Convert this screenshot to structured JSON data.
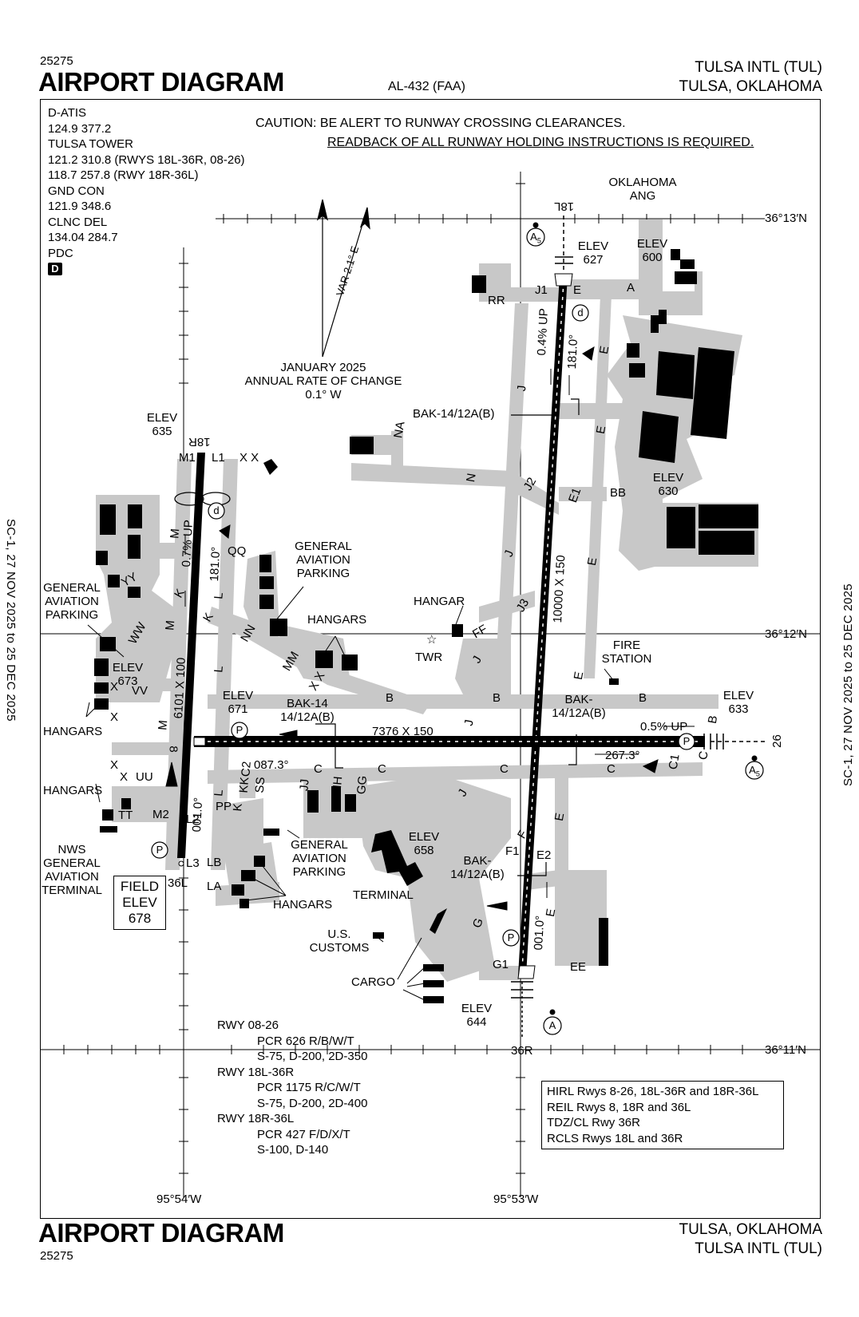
{
  "header": {
    "doc_number_top": "25275",
    "title_top": "AIRPORT DIAGRAM",
    "chart_id": "AL-432 (FAA)",
    "airport_top": "TULSA INTL (TUL)",
    "city_top": "TULSA, OKLAHOMA"
  },
  "footer": {
    "title_bottom": "AIRPORT DIAGRAM",
    "doc_number_bottom": "25275",
    "city_bottom": "TULSA, OKLAHOMA",
    "airport_bottom": "TULSA INTL (TUL)"
  },
  "effective_dates": {
    "left": "SC-1, 27 NOV 2025  to  25 DEC 2025",
    "right": "SC-1, 27 NOV 2025  to  25 DEC 2025"
  },
  "frequencies": [
    "D-ATIS",
    "124.9  377.2",
    "TULSA TOWER",
    "121.2  310.8 (RWYS 18L-36R, 08-26)",
    "118.7  257.8 (RWY 18R-36L)",
    "GND CON",
    "121.9  348.6",
    "CLNC DEL",
    "134.04  284.7",
    "PDC"
  ],
  "pdc_badge": "D",
  "caution": {
    "line1": "CAUTION: BE ALERT TO RUNWAY CROSSING CLEARANCES.",
    "line2": "READBACK OF ALL RUNWAY HOLDING INSTRUCTIONS IS REQUIRED."
  },
  "magnetic": {
    "var": "VAR 2.1° E",
    "change_l1": "JANUARY 2025",
    "change_l2": "ANNUAL RATE OF CHANGE",
    "change_l3": "0.1° W"
  },
  "coords": {
    "lat_top": "36°13′N",
    "lat_mid": "36°12′N",
    "lat_bot": "36°11′N",
    "lon_left": "95°54′W",
    "lon_right": "95°53′W"
  },
  "runways": {
    "r18l": "18L",
    "r36r": "36R",
    "r18r": "18R",
    "r36l": "36L",
    "r8": "8",
    "r26": "26",
    "dim_18l": "10000 X 150",
    "dim_18r": "6101 X 100",
    "dim_08": "7376 X 150",
    "hdg_181_a": "181.0°",
    "hdg_001_a": "001.0°",
    "hdg_181_b": "181.0°",
    "hdg_001_b": "001.0°",
    "hdg_087": "087.3°",
    "hdg_267": "267.3°",
    "slope_18l": "0.4% UP",
    "slope_18r": "0.7% UP",
    "slope_26": "0.5% UP"
  },
  "elevations": [
    {
      "id": "e627",
      "l1": "ELEV",
      "l2": "627"
    },
    {
      "id": "e600",
      "l1": "ELEV",
      "l2": "600"
    },
    {
      "id": "e635",
      "l1": "ELEV",
      "l2": "635"
    },
    {
      "id": "e630",
      "l1": "ELEV",
      "l2": "630"
    },
    {
      "id": "e673",
      "l1": "ELEV",
      "l2": "673"
    },
    {
      "id": "e671",
      "l1": "ELEV",
      "l2": "671"
    },
    {
      "id": "e633",
      "l1": "ELEV",
      "l2": "633"
    },
    {
      "id": "e658",
      "l1": "ELEV",
      "l2": "658"
    },
    {
      "id": "e644",
      "l1": "ELEV",
      "l2": "644"
    }
  ],
  "field_elev": {
    "l1": "FIELD",
    "l2": "ELEV",
    "l3": "678"
  },
  "places": {
    "ang_l1": "OKLAHOMA",
    "ang_l2": "ANG",
    "ga_left_l1": "GENERAL",
    "ga_left_l2": "AVIATION",
    "ga_left_l3": "PARKING",
    "ga_mid_l1": "GENERAL",
    "ga_mid_l2": "AVIATION",
    "ga_mid_l3": "PARKING",
    "ga_bot_l1": "GENERAL",
    "ga_bot_l2": "AVIATION",
    "ga_bot_l3": "PARKING",
    "hangars_1": "HANGARS",
    "hangars_2": "HANGARS",
    "hangars_3": "HANGARS",
    "hangars_4": "HANGARS",
    "hangar": "HANGAR",
    "twr": "TWR",
    "fire_l1": "FIRE",
    "fire_l2": "STATION",
    "terminal": "TERMINAL",
    "customs_l1": "U.S.",
    "customs_l2": "CUSTOMS",
    "cargo": "CARGO",
    "nws_l1": "NWS",
    "nws_l2": "GENERAL",
    "nws_l3": "AVIATION",
    "nws_l4": "TERMINAL"
  },
  "arresting": {
    "bak_top": "BAK-14/12A(B)",
    "bak_a1": "BAK-14",
    "bak_a2": "14/12A(B)",
    "bak_b1": "BAK-",
    "bak_b2": "14/12A(B)",
    "bak_c1": "BAK-",
    "bak_c2": "14/12A(B)"
  },
  "taxiways": [
    {
      "id": "tw_J1",
      "t": "J1"
    },
    {
      "id": "tw_E_top",
      "t": "E"
    },
    {
      "id": "tw_A",
      "t": "A"
    },
    {
      "id": "tw_RR",
      "t": "RR"
    },
    {
      "id": "tw_J_a",
      "t": "J"
    },
    {
      "id": "tw_J_b",
      "t": "J"
    },
    {
      "id": "tw_J2",
      "t": "J2"
    },
    {
      "id": "tw_E1",
      "t": "E1"
    },
    {
      "id": "tw_BB",
      "t": "BB"
    },
    {
      "id": "tw_N",
      "t": "N"
    },
    {
      "id": "tw_NA",
      "t": "NA"
    },
    {
      "id": "tw_J3",
      "t": "J3"
    },
    {
      "id": "tw_FF",
      "t": "FF"
    },
    {
      "id": "tw_J_c",
      "t": "J"
    },
    {
      "id": "tw_E_a",
      "t": "E"
    },
    {
      "id": "tw_E_b",
      "t": "E"
    },
    {
      "id": "tw_E_c",
      "t": "E"
    },
    {
      "id": "tw_E_d",
      "t": "E"
    },
    {
      "id": "tw_B_a",
      "t": "B"
    },
    {
      "id": "tw_B_b",
      "t": "B"
    },
    {
      "id": "tw_B_c",
      "t": "B"
    },
    {
      "id": "tw_B_d",
      "t": "B"
    },
    {
      "id": "tw_C_a",
      "t": "C"
    },
    {
      "id": "tw_C_b",
      "t": "C"
    },
    {
      "id": "tw_C_c",
      "t": "C"
    },
    {
      "id": "tw_C_d",
      "t": "C"
    },
    {
      "id": "tw_C_e",
      "t": "C"
    },
    {
      "id": "tw_C1",
      "t": "C1"
    },
    {
      "id": "tw_J_d",
      "t": "J"
    },
    {
      "id": "tw_J_e",
      "t": "J"
    },
    {
      "id": "tw_F",
      "t": "F"
    },
    {
      "id": "tw_F1",
      "t": "F1"
    },
    {
      "id": "tw_E2",
      "t": "E2"
    },
    {
      "id": "tw_G",
      "t": "G"
    },
    {
      "id": "tw_G1",
      "t": "G1"
    },
    {
      "id": "tw_E_e",
      "t": "E"
    },
    {
      "id": "tw_EE",
      "t": "EE"
    },
    {
      "id": "tw_E_f",
      "t": "E"
    },
    {
      "id": "tw_M1",
      "t": "M1"
    },
    {
      "id": "tw_L1",
      "t": "L1"
    },
    {
      "id": "tw_XX_a",
      "t": "X X"
    },
    {
      "id": "tw_M_a",
      "t": "M"
    },
    {
      "id": "tw_QQ",
      "t": "QQ"
    },
    {
      "id": "tw_YY",
      "t": "YY"
    },
    {
      "id": "tw_K_a",
      "t": "K"
    },
    {
      "id": "tw_K_b",
      "t": "K"
    },
    {
      "id": "tw_M_b",
      "t": "M"
    },
    {
      "id": "tw_WW",
      "t": "WW"
    },
    {
      "id": "tw_L_a",
      "t": "L"
    },
    {
      "id": "tw_NN",
      "t": "NN"
    },
    {
      "id": "tw_MM",
      "t": "MM"
    },
    {
      "id": "tw_XX_b",
      "t": "X X"
    },
    {
      "id": "tw_VV",
      "t": "VV"
    },
    {
      "id": "tw_X_a",
      "t": "X"
    },
    {
      "id": "tw_X_b",
      "t": "X"
    },
    {
      "id": "tw_X_c",
      "t": "X"
    },
    {
      "id": "tw_M_c",
      "t": "M"
    },
    {
      "id": "tw_L_b",
      "t": "L"
    },
    {
      "id": "tw_KK",
      "t": "KK"
    },
    {
      "id": "tw_C2",
      "t": "C2"
    },
    {
      "id": "tw_SS",
      "t": "SS"
    },
    {
      "id": "tw_JJ",
      "t": "JJ"
    },
    {
      "id": "tw_HH",
      "t": "HH"
    },
    {
      "id": "tw_GG",
      "t": "GG"
    },
    {
      "id": "tw_X_d",
      "t": "X"
    },
    {
      "id": "tw_UU",
      "t": "UU"
    },
    {
      "id": "tw_TT",
      "t": "TT"
    },
    {
      "id": "tw_M2",
      "t": "M2"
    },
    {
      "id": "tw_L2",
      "t": "L2"
    },
    {
      "id": "tw_PP",
      "t": "PP"
    },
    {
      "id": "tw_L3",
      "t": "L3"
    },
    {
      "id": "tw_LB",
      "t": "LB"
    },
    {
      "id": "tw_LA",
      "t": "LA"
    },
    {
      "id": "tw_L_c",
      "t": "L"
    },
    {
      "id": "tw_K_c",
      "t": "K"
    }
  ],
  "pcr": [
    "RWY 08-26",
    "PCR 626 R/B/W/T",
    "S-75, D-200, 2D-350",
    "RWY 18L-36R",
    "PCR 1175 R/C/W/T",
    "S-75, D-200, 2D-400",
    "RWY 18R-36L",
    "PCR 427 F/D/X/T",
    "S-100, D-140"
  ],
  "lighting": [
    "HIRL Rwys 8-26, 18L-36R and 18R-36L",
    "REIL Rwys 8, 18R and 36L",
    "TDZ/CL Rwy 36R",
    "RCLS Rwys 18L and 36R"
  ],
  "symbols": {
    "hotspot_a5": "A",
    "hotspot_a5_sub": "5",
    "hotspot_a": "A",
    "p": "P",
    "d": "d"
  }
}
